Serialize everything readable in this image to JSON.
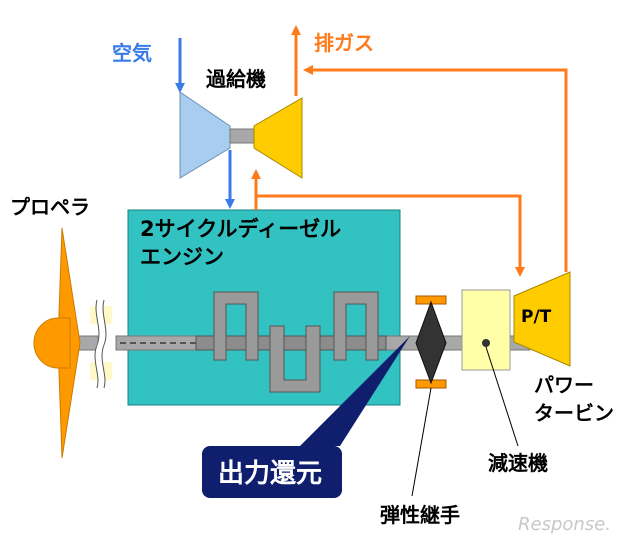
{
  "labels": {
    "air": "空気",
    "exhaust": "排ガス",
    "turbocharger": "過給機",
    "propeller": "プロペラ",
    "engine_line1": "2サイクルディーゼル",
    "engine_line2": "エンジン",
    "power_turbine_short": "P/T",
    "power_turbine_line1": "パワー",
    "power_turbine_line2": "タービン",
    "power_return": "出力還元",
    "reduction_gear": "減速機",
    "elastic_coupling": "弾性継手",
    "watermark": "Response."
  },
  "colors": {
    "air_arrow": "#3a7be8",
    "exhaust_arrow": "#ff7a1a",
    "engine_fill": "#33c2c2",
    "turbine_fill": "#ffcc00",
    "compressor_fill": "#a8cdf0",
    "propeller_fill": "#ff9900",
    "callout_fill": "#0f1f6e"
  }
}
